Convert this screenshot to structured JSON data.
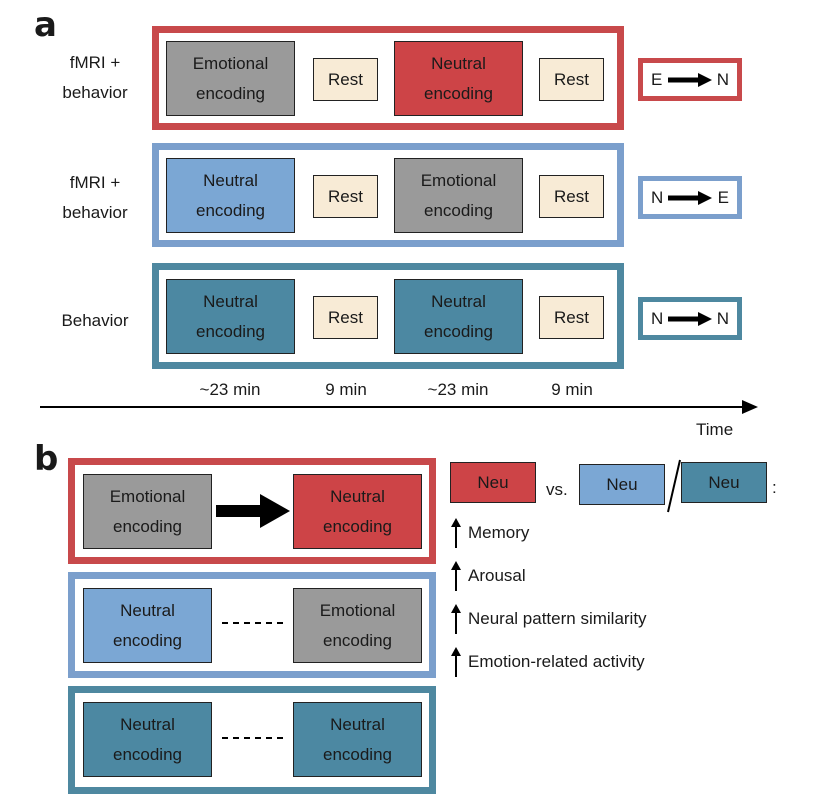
{
  "panel_a": {
    "letter": "a",
    "rows": [
      {
        "label": "fMRI + behavior",
        "color": "#c8494b",
        "blocks": [
          {
            "text": "Emotional encoding",
            "kind": "emotional"
          },
          {
            "text": "Rest",
            "kind": "rest"
          },
          {
            "text": "Neutral encoding",
            "kind": "neutral-red"
          },
          {
            "text": "Rest",
            "kind": "rest"
          }
        ],
        "order": {
          "from": "E",
          "to": "N"
        }
      },
      {
        "label": "fMRI + behavior",
        "color": "#7b9fcc",
        "blocks": [
          {
            "text": "Neutral encoding",
            "kind": "neutral-blue"
          },
          {
            "text": "Rest",
            "kind": "rest"
          },
          {
            "text": "Emotional encoding",
            "kind": "emotional"
          },
          {
            "text": "Rest",
            "kind": "rest"
          }
        ],
        "order": {
          "from": "N",
          "to": "E"
        }
      },
      {
        "label": "Behavior",
        "color": "#4e88a0",
        "blocks": [
          {
            "text": "Neutral encoding",
            "kind": "neutral-teal"
          },
          {
            "text": "Rest",
            "kind": "rest"
          },
          {
            "text": "Neutral encoding",
            "kind": "neutral-teal"
          },
          {
            "text": "Rest",
            "kind": "rest"
          }
        ],
        "order": {
          "from": "N",
          "to": "N"
        }
      }
    ],
    "durations": [
      "~23 min",
      "9 min",
      "~23 min",
      "9 min"
    ],
    "time_label": "Time"
  },
  "panel_b": {
    "letter": "b",
    "rows": [
      {
        "color": "#c8494b",
        "left": "Emotional encoding",
        "right": "Neutral encoding",
        "connector": "arrow"
      },
      {
        "color": "#7b9fcc",
        "left": "Neutral encoding",
        "right": "Emotional encoding",
        "connector": "dashed"
      },
      {
        "color": "#4e88a0",
        "left": "Neutral encoding",
        "right": "Neutral encoding",
        "connector": "dashed"
      }
    ],
    "comparison": {
      "left": "Neu",
      "vs": "vs.",
      "right_a": "Neu",
      "right_b": "Neu",
      "colon": ":"
    },
    "effects": [
      "Memory",
      "Arousal",
      "Neural pattern similarity",
      "Emotion-related activity"
    ]
  },
  "colors": {
    "red_frame": "#c8494b",
    "blue_frame": "#7b9fcc",
    "teal_frame": "#4e88a0",
    "emotional_fill": "#9a9a9a",
    "neutral_red_fill": "#cd4447",
    "neutral_blue_fill": "#7ba7d4",
    "neutral_teal_fill": "#4c88a2",
    "rest_fill": "#f8ebd6"
  }
}
